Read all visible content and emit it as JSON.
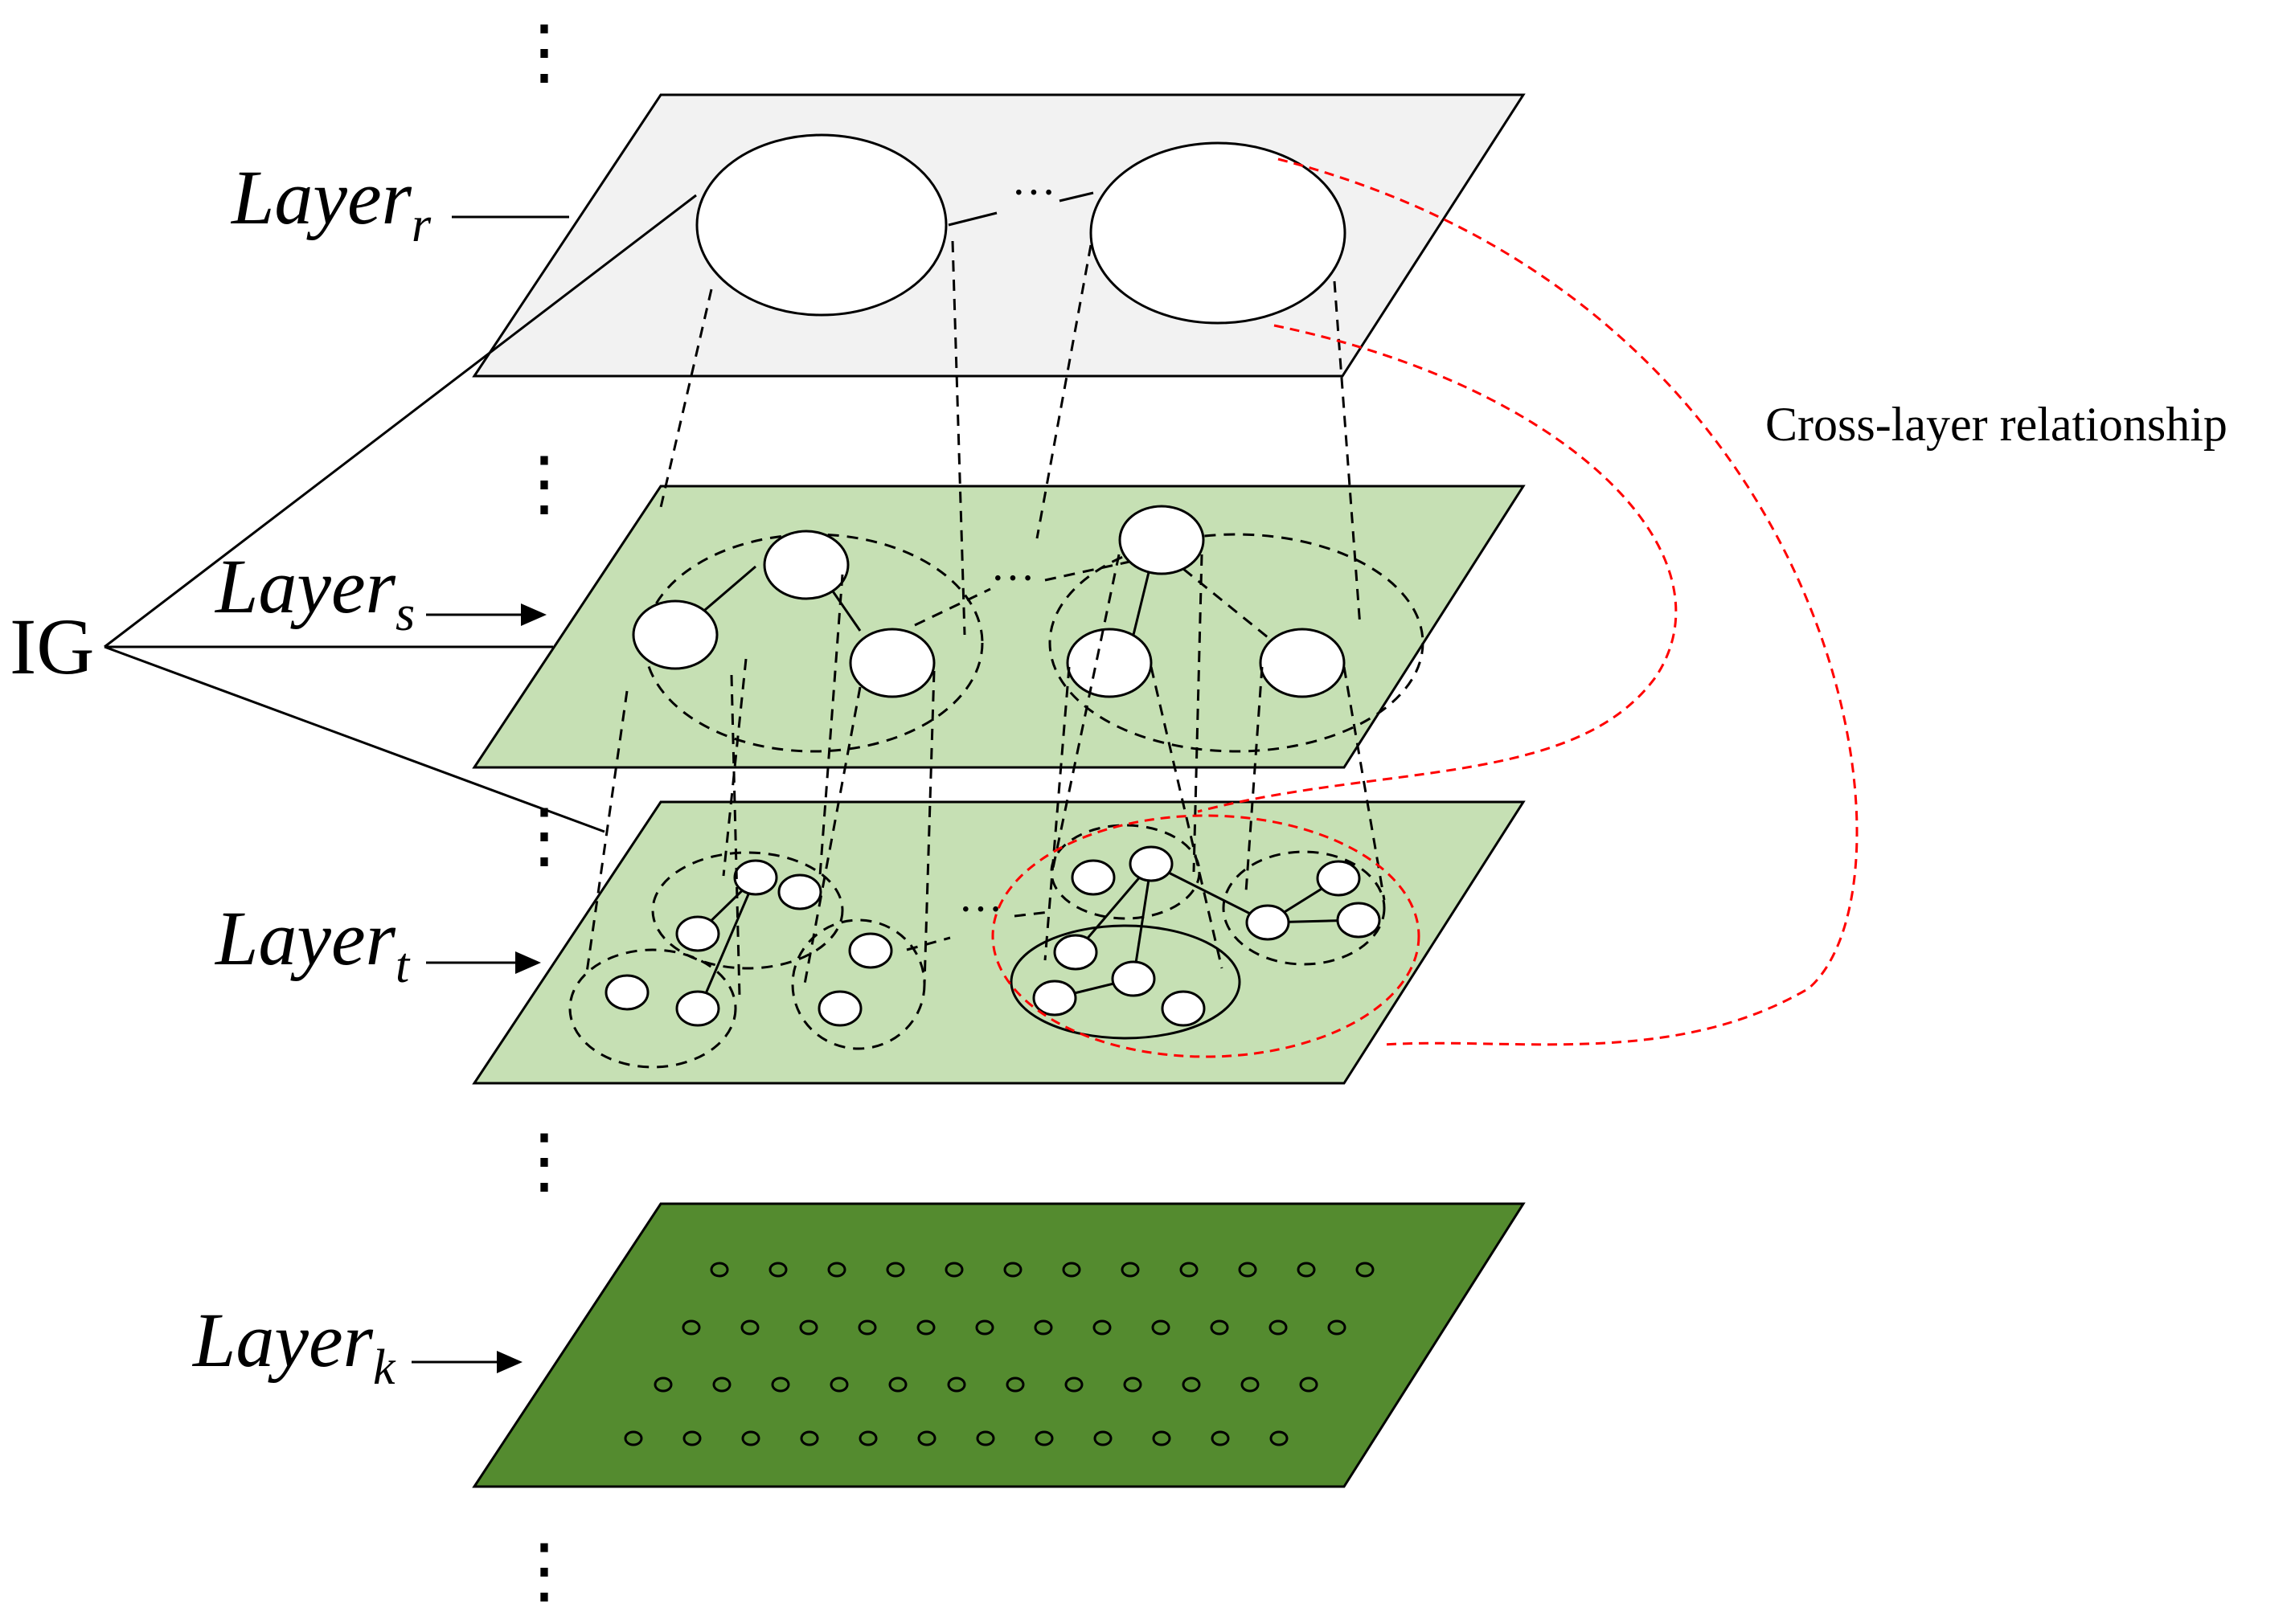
{
  "diagram": {
    "layer_r": {
      "base": "Layer",
      "sub": "r"
    },
    "layer_s": {
      "base": "Layer",
      "sub": "s"
    },
    "layer_t": {
      "base": "Layer",
      "sub": "t"
    },
    "layer_k": {
      "base": "Layer",
      "sub": "k"
    },
    "ig_label": "IG",
    "cross_layer_label": "Cross-layer relationship",
    "ellipsis": "⋮",
    "hdots": "···"
  },
  "colors": {
    "layer_r_fill": "#f2f2f2",
    "layer_light_green": "#c6e0b4",
    "layer_dark_green": "#548b2f",
    "cross_layer_line": "#ff0000",
    "node_fill": "#ffffff",
    "stroke": "#000000"
  }
}
